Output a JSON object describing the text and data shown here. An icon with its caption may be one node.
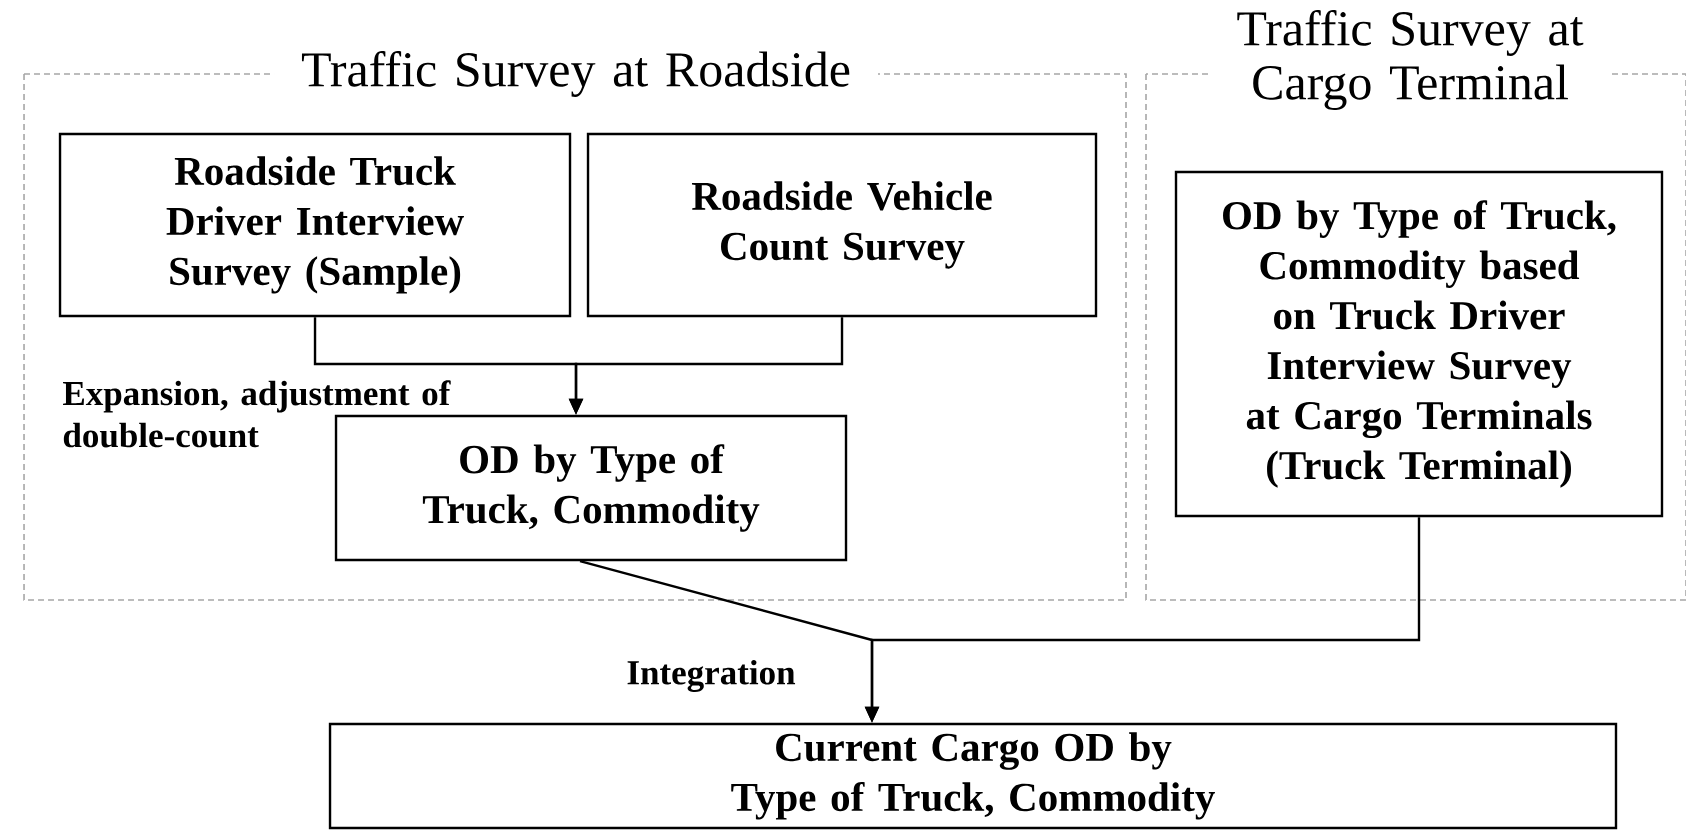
{
  "diagram": {
    "nodes": [
      {
        "text": [
          "Traffic Survey at Roadside"
        ]
      },
      {
        "text": [
          "Roadside Truck Driver Interview Survey (Sample)"
        ],
        "in": 0
      },
      {
        "text": [
          "Roadside Vehicle Count Survey"
        ],
        "in": 0
      },
      {
        "text": [
          "OD by Type of Truck, Commodity"
        ],
        "in": 0
      },
      {
        "text": [
          "Traffic Survey at Cargo Terminal"
        ]
      },
      {
        "text": [
          "OD by Type of Truck, Commodity based on Truck Driver Interview Survey at Cargo Terminals (Truck Terminal)"
        ],
        "in": 4
      },
      {
        "text": [
          "Current Cargo OD by Type of Truck, Commodity"
        ]
      }
    ],
    "edges": [
      {
        "from": 1,
        "to": 3,
        "arrow": "to",
        "label": "Expansion, adjustment of double-count"
      },
      {
        "from": 2,
        "to": 3,
        "arrow": "to"
      },
      {
        "from": 3,
        "to": 6,
        "arrow": "to",
        "label": "Integration"
      },
      {
        "from": 5,
        "to": 6,
        "arrow": "to"
      }
    ]
  }
}
